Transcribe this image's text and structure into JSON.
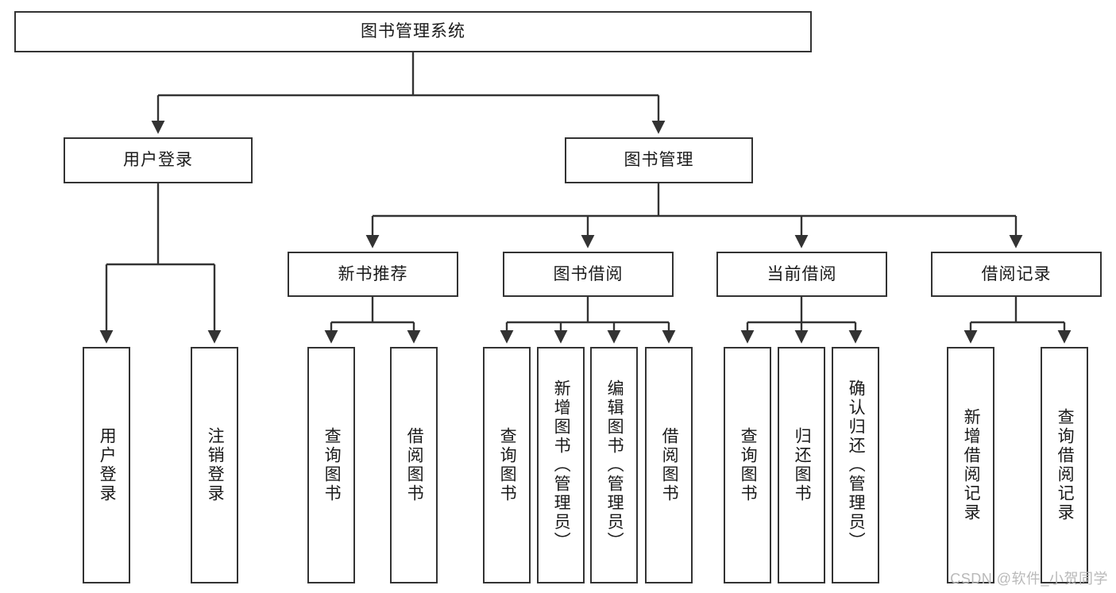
{
  "diagram": {
    "title": "图书管理系统",
    "type": "tree",
    "colors": {
      "box_border": "#333333",
      "box_fill": "#ffffff",
      "edge": "#333333",
      "text": "#1a1a1a",
      "watermark": "#b9b9b9",
      "background": "#ffffff"
    },
    "root": {
      "label": "图书管理系统",
      "orientation": "horizontal"
    },
    "level2": [
      {
        "label": "用户登录",
        "orientation": "horizontal"
      },
      {
        "label": "图书管理",
        "orientation": "horizontal"
      }
    ],
    "level3": [
      {
        "label": "新书推荐",
        "orientation": "horizontal"
      },
      {
        "label": "图书借阅",
        "orientation": "horizontal"
      },
      {
        "label": "当前借阅",
        "orientation": "horizontal"
      },
      {
        "label": "借阅记录",
        "orientation": "horizontal"
      }
    ],
    "leaves": {
      "user_login": [
        {
          "label": "用户登录",
          "orientation": "vertical"
        },
        {
          "label": "注销登录",
          "orientation": "vertical"
        }
      ],
      "new_book_recommend": [
        {
          "label": "查询图书",
          "orientation": "vertical"
        },
        {
          "label": "借阅图书",
          "orientation": "vertical"
        }
      ],
      "book_borrow": [
        {
          "label": "查询图书",
          "orientation": "vertical"
        },
        {
          "label": "新增图书（管理员）",
          "orientation": "vertical"
        },
        {
          "label": "编辑图书（管理员）",
          "orientation": "vertical"
        },
        {
          "label": "借阅图书",
          "orientation": "vertical"
        }
      ],
      "current_borrow": [
        {
          "label": "查询图书",
          "orientation": "vertical"
        },
        {
          "label": "归还图书",
          "orientation": "vertical"
        },
        {
          "label": "确认归还（管理员）",
          "orientation": "vertical"
        }
      ],
      "borrow_record": [
        {
          "label": "新增借阅记录",
          "orientation": "vertical"
        },
        {
          "label": "查询借阅记录",
          "orientation": "vertical"
        }
      ]
    }
  },
  "watermark": {
    "text": "CSDN @软件_小贺同学"
  }
}
